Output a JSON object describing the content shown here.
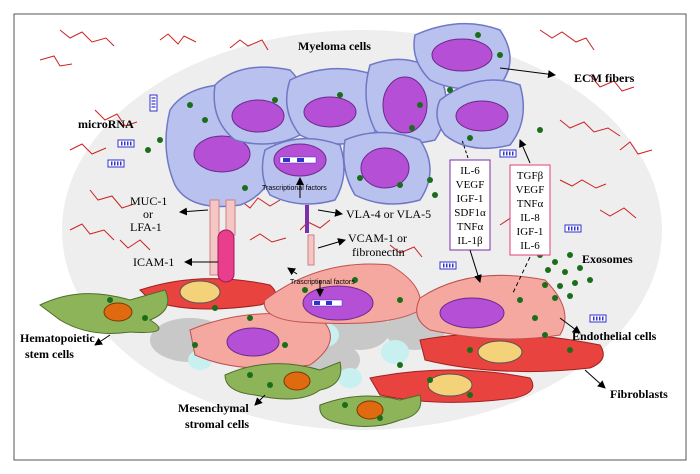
{
  "labels": {
    "myeloma_cells": "Myeloma cells",
    "ecm_fibers": "ECM fibers",
    "microrna": "microRNA",
    "muc1": "MUC-1",
    "or": "or",
    "lfa1": "LFA-1",
    "icam1": "ICAM-1",
    "vla": "VLA-4 or VLA-5",
    "vcam": "VCAM-1 or",
    "fibronectin": "fibronectin",
    "transcriptional_factors_top": "Trascriptional factors",
    "transcriptional_factors_mid": "Trascriptional factors",
    "exosomes": "Exosomes",
    "endothelial_cells": "Endothelial cells",
    "fibroblasts": "Fibroblasts",
    "hematopoietic_1": "Hematopoietic",
    "hematopoietic_2": "stem cells",
    "mesenchymal_1": "Mesenchymal",
    "mesenchymal_2": "stromal cells"
  },
  "factor_box_left": [
    "IL-6",
    "VEGF",
    "IGF-1",
    "SDF1α",
    "TNFα",
    "IL-1β"
  ],
  "factor_box_right": [
    "TGFβ",
    "VEGF",
    "TNFα",
    "IL-8",
    "IGF-1",
    "IL-6"
  ],
  "colors": {
    "myeloma_body": "#b9c1ee",
    "myeloma_outline": "#6f78c4",
    "nucleus": "#b54fd6",
    "endothelial": "#f5a8a0",
    "fibroblast": "#e8433e",
    "mesenchymal": "#8db458",
    "stem_nucleus": "#e06a10",
    "fibroblast_nucleus": "#f3d27a",
    "gray_cell": "#c8c8c8",
    "cyan_cell": "#c8f0f0",
    "green_dot": "#1a6e1a",
    "mirna": "#3333cc",
    "ecm": "#cc2222",
    "factor_left_border": "#7b2fa8",
    "factor_right_border": "#e0407a",
    "background_circle": "#eeeeee"
  }
}
